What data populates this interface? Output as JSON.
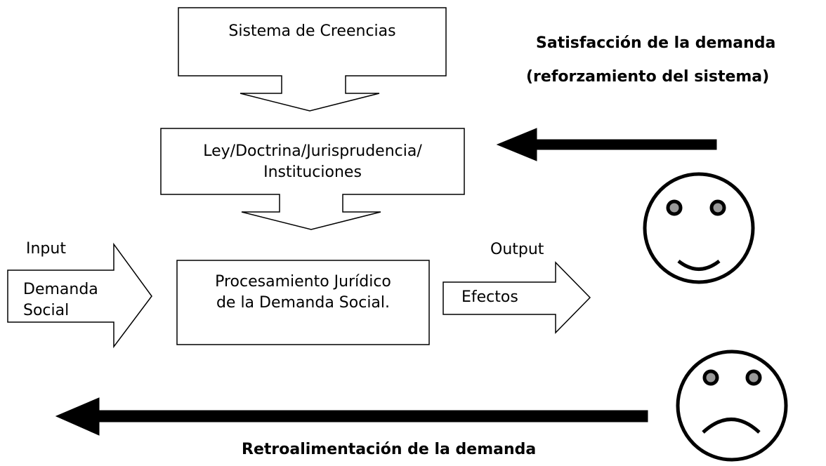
{
  "diagram": {
    "beliefs": {
      "label": "Sistema de Creencias"
    },
    "law": {
      "line1": "Ley/Doctrina/Jurisprudencia/",
      "line2": "Instituciones"
    },
    "processing": {
      "line1": "Procesamiento Jurídico",
      "line2": "de la Demanda Social."
    },
    "input": {
      "header": "Input",
      "line1": "Demanda",
      "line2": "Social"
    },
    "output": {
      "header": "Output",
      "label": "Efectos"
    },
    "satisfaction": {
      "line1": "Satisfacción de la demanda",
      "line2": "(reforzamiento del sistema)"
    },
    "feedback": {
      "label": "Retroalimentación de la demanda"
    },
    "icons": {
      "happy": "happy-face-icon",
      "sad": "sad-face-icon"
    },
    "colors": {
      "stroke": "#000000",
      "background": "#ffffff",
      "eye_fill": "#999999"
    }
  }
}
